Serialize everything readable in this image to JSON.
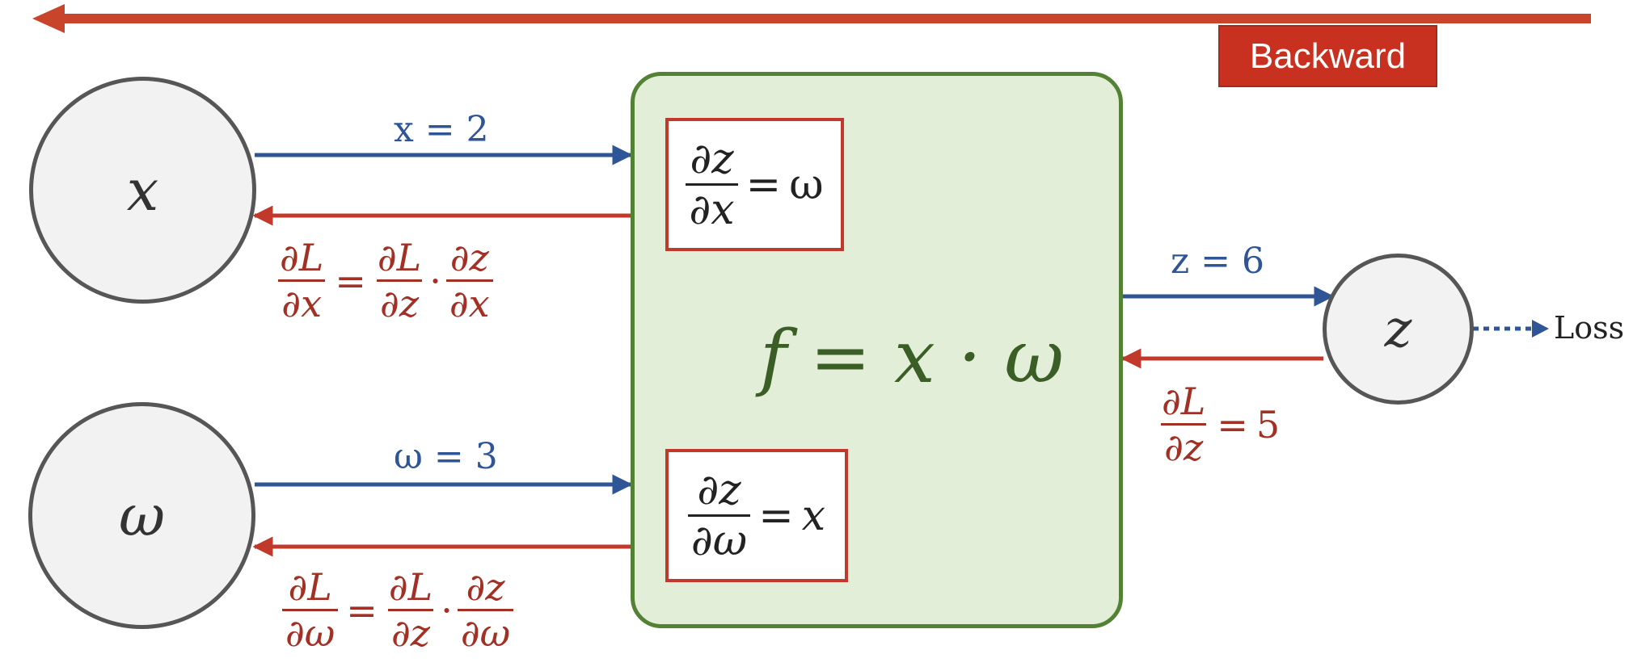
{
  "banner": {
    "label": "Backward"
  },
  "nodes": {
    "x": "x",
    "w": "ω",
    "z": "z"
  },
  "function": {
    "formula": "f = x · ω"
  },
  "local_grads": {
    "dzdx": {
      "num": "∂z",
      "den": "∂x",
      "rhs": "ω"
    },
    "dzdw": {
      "num": "∂z",
      "den": "∂ω",
      "rhs": "x"
    }
  },
  "forward_values": {
    "x": "x = 2",
    "w": "ω = 3",
    "z": "z = 6"
  },
  "upstream_grad": {
    "num": "∂L",
    "den": "∂z",
    "rhs": "5"
  },
  "chain_x": {
    "a_num": "∂L",
    "a_den": "∂x",
    "b_num": "∂L",
    "b_den": "∂z",
    "c_num": "∂z",
    "c_den": "∂x"
  },
  "chain_w": {
    "a_num": "∂L",
    "a_den": "∂ω",
    "b_num": "∂L",
    "b_den": "∂z",
    "c_num": "∂z",
    "c_den": "∂ω"
  },
  "output": {
    "label": "Loss"
  },
  "colors": {
    "forward": "#2f5597",
    "backward": "#c0392b",
    "function_fill": "#e2eed8",
    "function_border": "#548235"
  }
}
